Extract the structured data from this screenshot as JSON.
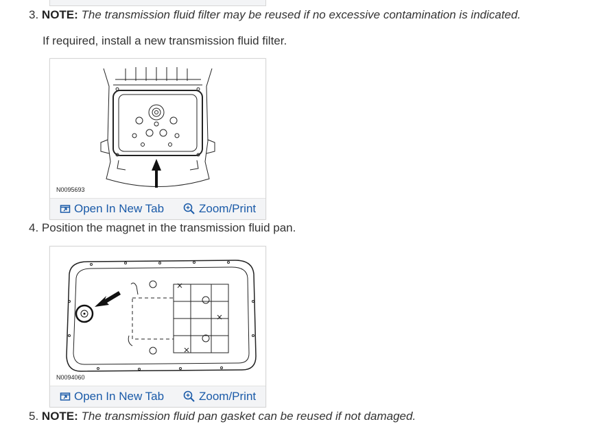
{
  "steps": [
    {
      "number": "3.",
      "note_label": "NOTE:",
      "note_text": "The transmission fluid filter may be reused if no excessive contamination is indicated.",
      "body_text": "If required, install a new transmission fluid filter.",
      "figure": {
        "id": "N0095693",
        "open_label": "Open In New Tab",
        "zoom_label": "Zoom/Print"
      }
    },
    {
      "number": "4.",
      "body_text": "Position the magnet in the transmission fluid pan.",
      "figure": {
        "id": "N0094060",
        "open_label": "Open In New Tab",
        "zoom_label": "Zoom/Print"
      }
    },
    {
      "number": "5.",
      "note_label": "NOTE:",
      "note_text": "The transmission fluid pan gasket can be reused if not damaged."
    }
  ],
  "colors": {
    "link": "#1a5aa8",
    "text": "#333333",
    "bar": "#f3f4f6"
  },
  "icons": {
    "open": "open-in-new-tab-icon",
    "zoom": "zoom-icon"
  }
}
